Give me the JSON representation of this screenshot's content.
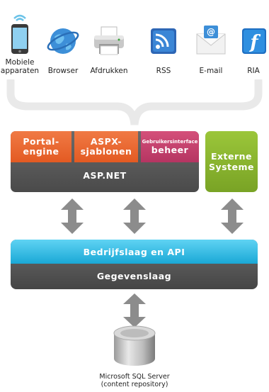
{
  "clients": [
    {
      "label": "Mobiele apparaten",
      "icon": "mobile-device-icon"
    },
    {
      "label": "Browser",
      "icon": "globe-browser-icon"
    },
    {
      "label": "Afdrukken",
      "icon": "printer-icon"
    },
    {
      "label": "RSS",
      "icon": "rss-icon"
    },
    {
      "label": "E-mail",
      "icon": "email-envelope-icon"
    },
    {
      "label": "RIA",
      "icon": "flash-ria-icon"
    }
  ],
  "modules": {
    "portal": "Portal-\nengine",
    "aspx": "ASPX-\nsjablonen",
    "gui_small": "Gebruikersinterface",
    "gui_big": "beheer",
    "aspnet": "ASP.NET",
    "external": "Externe\nSysteme"
  },
  "layers": {
    "business": "Bedrijfslaag en API",
    "data": "Gegevenslaag"
  },
  "database": {
    "line1": "Microsoft SQL Server",
    "line2": "(content repository)"
  },
  "colors": {
    "orange": "#e8662f",
    "pink": "#c24069",
    "green": "#8ab52e",
    "blue": "#2fb7e2",
    "gray": "#555555"
  }
}
